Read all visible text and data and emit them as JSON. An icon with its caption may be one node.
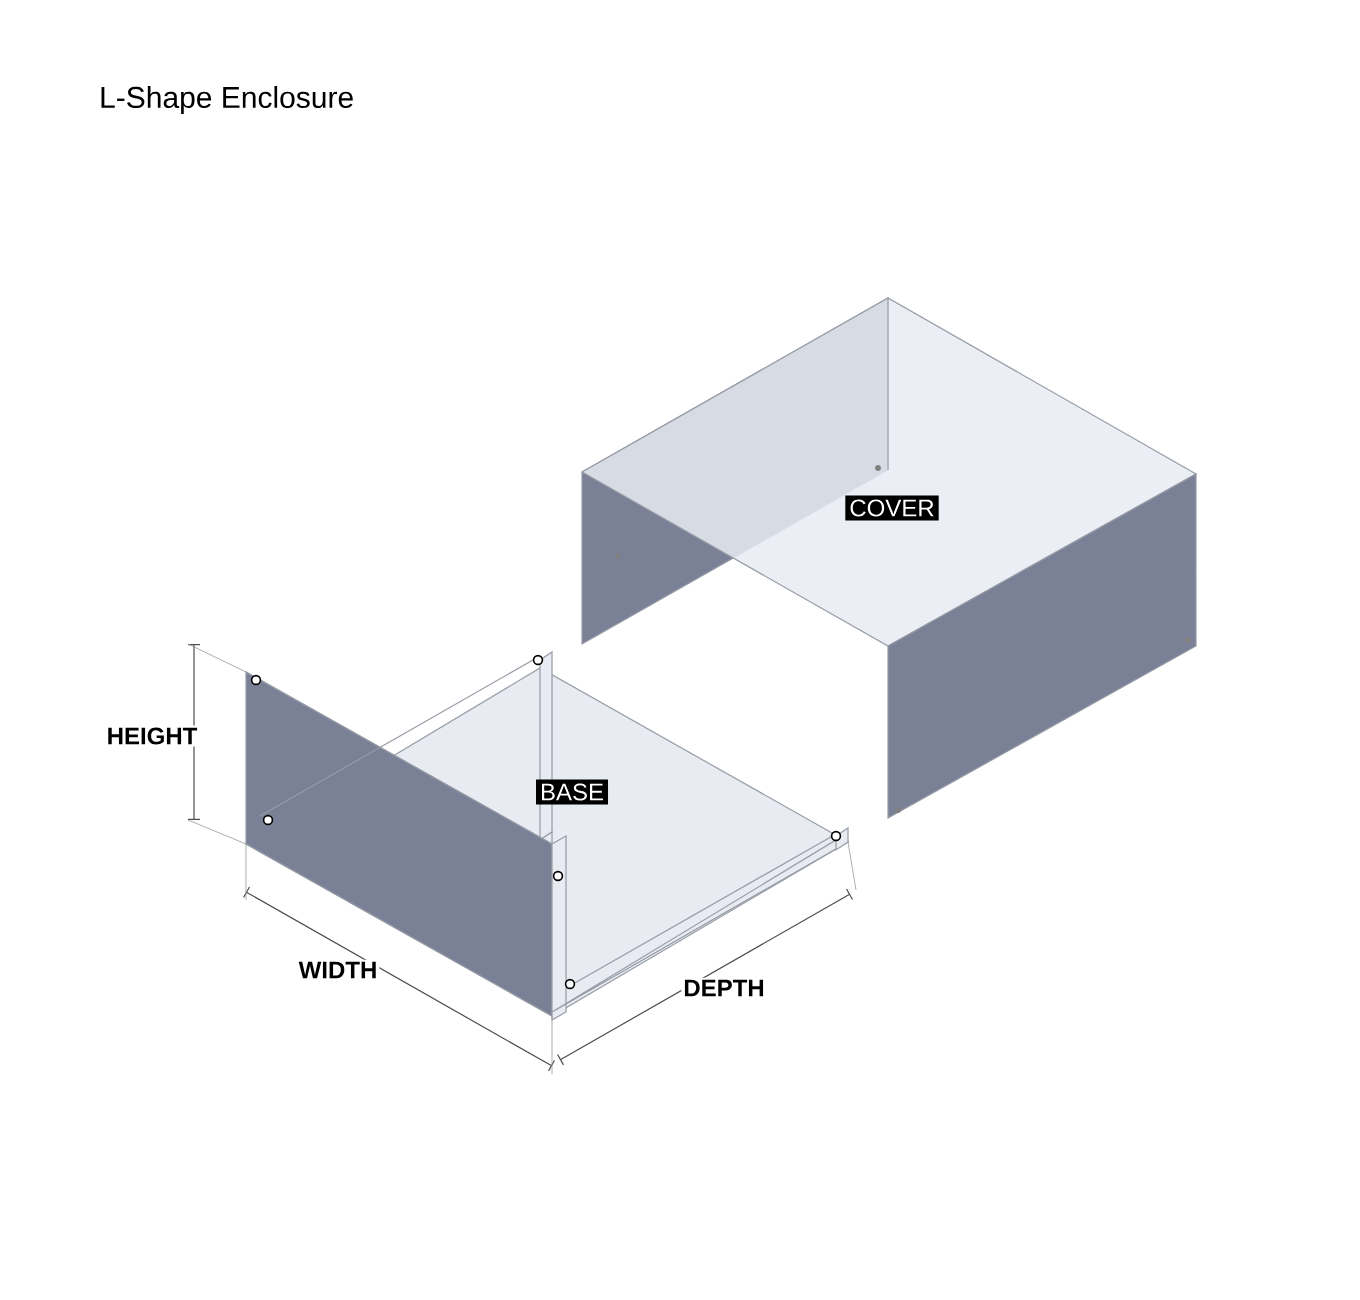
{
  "diagram": {
    "title": "L-Shape Enclosure",
    "labels": [
      "COVER",
      "HEIGHT",
      "BASE",
      "WIDTH",
      "DEPTH"
    ]
  }
}
